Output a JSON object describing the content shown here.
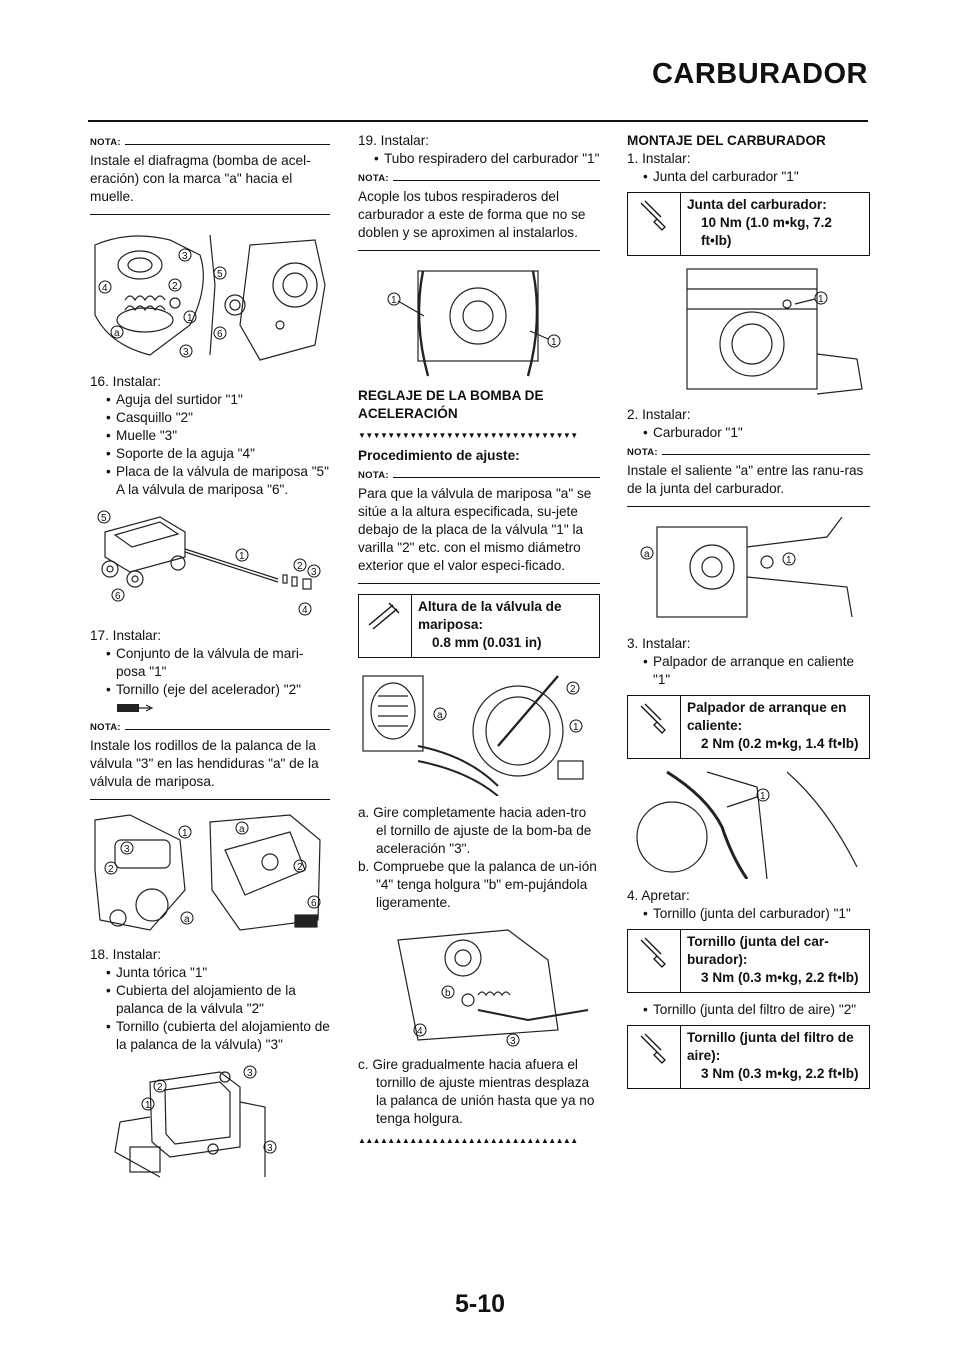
{
  "header": {
    "title": "CARBURADOR"
  },
  "page_number": "5-10",
  "col1": {
    "nota1": {
      "label": "NOTA:",
      "text": "Instale el diafragma (bomba de acel-eración) con la marca \"a\" hacia el muelle."
    },
    "step16": {
      "title": "16. Instalar:",
      "items": [
        "Aguja del surtidor \"1\"",
        "Casquillo \"2\"",
        "Muelle \"3\"",
        "Soporte de la aguja \"4\"",
        "Placa de la válvula de mariposa \"5\""
      ],
      "extra": "A la válvula de mariposa \"6\"."
    },
    "step17": {
      "title": "17. Instalar:",
      "items": [
        "Conjunto de la válvula de mari-posa \"1\"",
        "Tornillo (eje del acelerador) \"2\""
      ]
    },
    "nota2": {
      "label": "NOTA:",
      "text": "Instale los rodillos de la palanca de la válvula \"3\" en las hendiduras \"a\" de la válvula de mariposa."
    },
    "step18": {
      "title": "18. Instalar:",
      "items": [
        "Junta tórica \"1\"",
        "Cubierta del alojamiento de la palanca de la válvula \"2\"",
        "Tornillo (cubierta del alojamiento de la palanca de la válvula) \"3\""
      ]
    }
  },
  "col2": {
    "step19": {
      "title": "19. Instalar:",
      "items": [
        "Tubo respiradero del carburador \"1\""
      ]
    },
    "nota3": {
      "label": "NOTA:",
      "text": "Acople los tubos respiraderos del carburador a este de forma que no se doblen y se aproximen al instalarlos."
    },
    "section": "REGLAJE DE LA BOMBA DE ACELERACIÓN",
    "triangles_down": "▼▼▼▼▼▼▼▼▼▼▼▼▼▼▼▼▼▼▼▼▼▼▼▼▼▼▼▼▼▼",
    "procedure": "Procedimiento de ajuste:",
    "nota4": {
      "label": "NOTA:",
      "text": "Para que la válvula de mariposa \"a\" se sitúe a la altura especificada, su-jete debajo de la placa de la válvula \"1\" la varilla \"2\" etc. con el mismo diámetro exterior que el valor especi-ficado."
    },
    "spec": {
      "title": "Altura de la válvula de mariposa:",
      "value": "0.8 mm (0.031 in)"
    },
    "steps": [
      {
        "label": "a.",
        "text": "Gire completamente hacia aden-tro el tornillo de ajuste de la bom-ba de aceleración \"3\"."
      },
      {
        "label": "b.",
        "text": "Compruebe que la palanca de un-ión \"4\" tenga holgura \"b\" em-pujándola ligeramente."
      },
      {
        "label": "c.",
        "text": "Gire gradualmente hacia afuera el tornillo de ajuste mientras desplaza la palanca de unión hasta que ya no tenga holgura."
      }
    ],
    "triangles_up": "▲▲▲▲▲▲▲▲▲▲▲▲▲▲▲▲▲▲▲▲▲▲▲▲▲▲▲▲▲▲"
  },
  "col3": {
    "section": "MONTAJE DEL CARBURADOR",
    "step1": {
      "title": "1.  Instalar:",
      "items": [
        "Junta del carburador \"1\""
      ]
    },
    "spec1": {
      "title": "Junta del carburador:",
      "value": "10 Nm (1.0 m•kg, 7.2 ft•lb)"
    },
    "step2": {
      "title": "2.  Instalar:",
      "items": [
        "Carburador \"1\""
      ]
    },
    "nota5": {
      "label": "NOTA:",
      "text": "Instale el saliente \"a\" entre las ranu-ras de la junta del carburador."
    },
    "step3": {
      "title": "3.  Instalar:",
      "items": [
        "Palpador de arranque en caliente \"1\""
      ]
    },
    "spec2": {
      "title": "Palpador de arranque en caliente:",
      "value": "2 Nm (0.2 m•kg, 1.4 ft•lb)"
    },
    "step4": {
      "title": "4.  Apretar:",
      "items": [
        "Tornillo (junta del carburador) \"1\""
      ]
    },
    "spec3": {
      "title": "Tornillo (junta del car-burador):",
      "value": "3 Nm (0.3 m•kg, 2.2 ft•lb)"
    },
    "item4b": "Tornillo (junta del filtro de aire) \"2\"",
    "spec4": {
      "title": "Tornillo (junta del filtro de aire):",
      "value": "3 Nm (0.3 m•kg, 2.2 ft•lb)"
    }
  }
}
